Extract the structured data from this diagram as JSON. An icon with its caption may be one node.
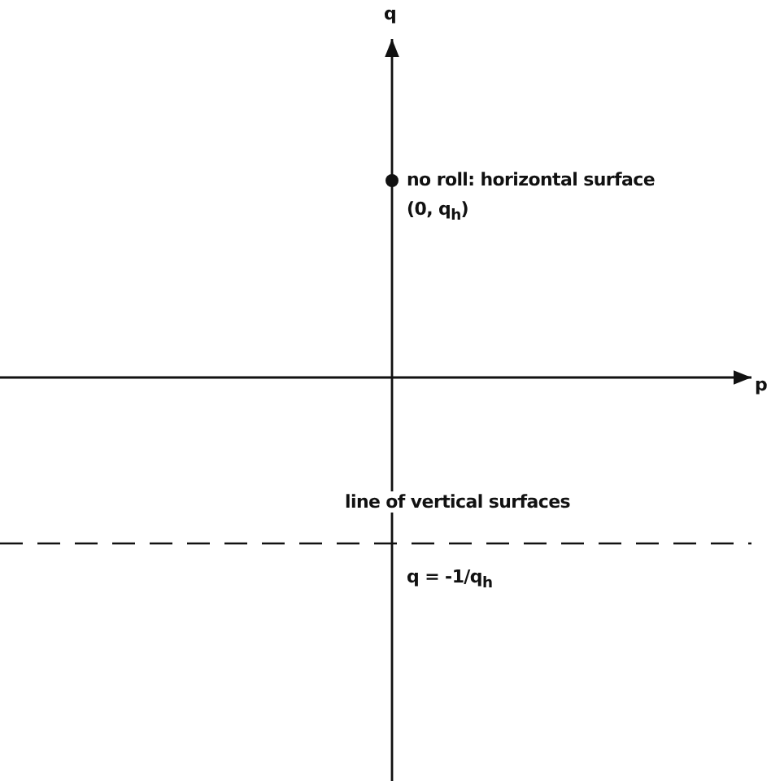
{
  "diagram": {
    "labels": [
      "q",
      "no roll: horizontal surface",
      "(0, q$_{h}$)",
      "p",
      "line of vertical surfaces",
      "q = -1/q$_{h}$"
    ]
  }
}
